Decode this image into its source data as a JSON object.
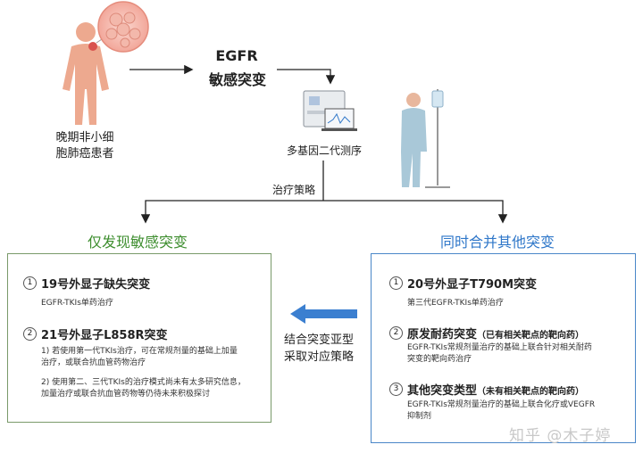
{
  "patient": {
    "label_line1": "晚期非小细",
    "label_line2": "胞肺癌患者"
  },
  "egfr": {
    "title": "EGFR",
    "subtitle": "敏感突变"
  },
  "ngs": {
    "label": "多基因二代测序"
  },
  "strategy": {
    "label": "治疗策略"
  },
  "left_branch": {
    "title": "仅发现敏感突变",
    "items": [
      {
        "num": "1",
        "heading": "19号外显子缺失突变",
        "desc": [
          "EGFR-TKIs单药治疗"
        ]
      },
      {
        "num": "2",
        "heading": "21号外显子L858R突变",
        "desc": [
          "1) 若使用第一代TKIs治疗，可在常规剂量的基础上加量",
          "治疗，或联合抗血管药物治疗",
          "2) 使用第二、三代TKIs的治疗模式尚未有太多研究信息，",
          "加量治疗或联合抗血管药物等仍待未来积极探讨"
        ]
      }
    ]
  },
  "right_branch": {
    "title": "同时合并其他突变",
    "items": [
      {
        "num": "1",
        "heading": "20号外显子T790M突变",
        "note": "",
        "desc": [
          "第三代EGFR-TKIs单药治疗"
        ]
      },
      {
        "num": "2",
        "heading": "原发耐药突变",
        "note": "（已有相关靶点的靶向药）",
        "desc": [
          "EGFR-TKIs常规剂量治疗的基础上联合针对相关耐药",
          "突变的靶向药治疗"
        ]
      },
      {
        "num": "3",
        "heading": "其他突变类型",
        "note": "（未有相关靶点的靶向药）",
        "desc": [
          "EGFR-TKIs常规剂量治疗的基础上联合化疗或VEGFR",
          "抑制剂"
        ]
      }
    ]
  },
  "middle": {
    "line1": "结合突变亚型",
    "line2": "采取对应策略"
  },
  "watermark": "知乎 @木子婷",
  "colors": {
    "green": "#3e8e2f",
    "blue": "#2f77c9",
    "arrow_blue": "#3b7fd0"
  }
}
